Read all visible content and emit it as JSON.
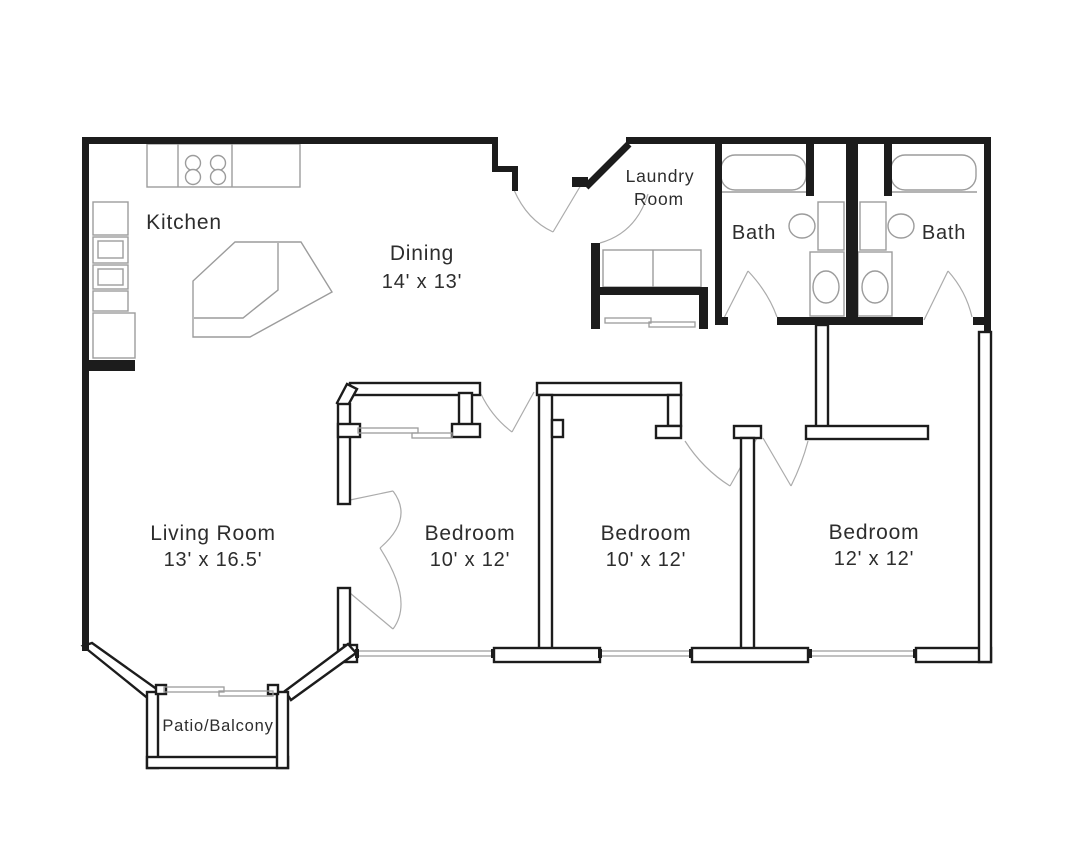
{
  "plan": {
    "rooms": {
      "kitchen": {
        "label": "Kitchen"
      },
      "dining": {
        "label": "Dining",
        "dims": "14' x 13'"
      },
      "laundry": {
        "label_line1": "Laundry",
        "label_line2": "Room"
      },
      "bath_left": {
        "label": "Bath"
      },
      "bath_right": {
        "label": "Bath"
      },
      "living": {
        "label": "Living Room",
        "dims": "13' x 16.5'"
      },
      "bedroom_left": {
        "label": "Bedroom",
        "dims": "10' x 12'"
      },
      "bedroom_middle": {
        "label": "Bedroom",
        "dims": "10' x 12'"
      },
      "bedroom_right": {
        "label": "Bedroom",
        "dims": "12' x 12'"
      },
      "patio": {
        "label": "Patio/Balcony"
      }
    },
    "colors": {
      "wall": "#1c1c1c",
      "fixture": "#9c9c9c",
      "door_swing": "#ababab",
      "text": "#2d2d2d",
      "background": "#ffffff"
    }
  }
}
